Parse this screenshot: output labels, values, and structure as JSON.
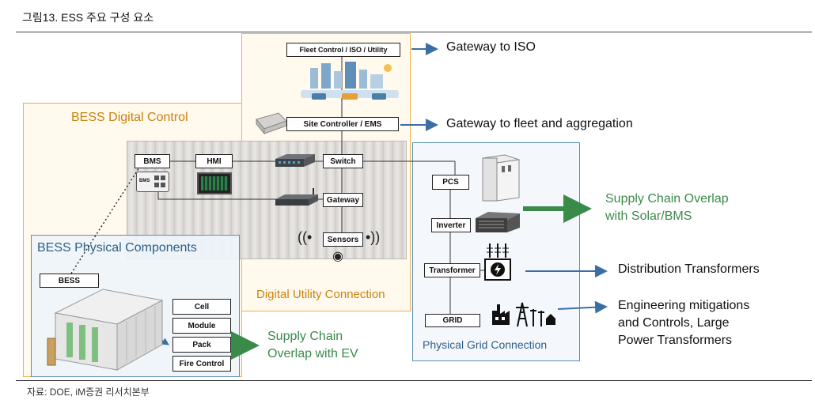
{
  "figure_title": "그림13. ESS 주요 구성 요소",
  "source_note": "자료: DOE, iM증권 리서치본부",
  "regions": {
    "digital_control": "BESS Digital Control",
    "physical_components": "BESS Physical Components",
    "utility_connection": "Digital Utility Connection",
    "grid_connection": "Physical Grid Connection"
  },
  "components": {
    "fleet_control": "Fleet Control / ISO / Utility",
    "site_controller": "Site Controller / EMS",
    "bms": "BMS",
    "bms_module": "BMS",
    "hmi": "HMI",
    "switch": "Switch",
    "gateway": "Gateway",
    "sensors": "Sensors",
    "bess": "BESS",
    "cell": "Cell",
    "module": "Module",
    "pack": "Pack",
    "fire_control": "Fire Control",
    "pcs": "PCS",
    "inverter": "Inverter",
    "transformer": "Transformer",
    "grid": "GRID"
  },
  "callouts": {
    "gateway_iso": "Gateway to ISO",
    "gateway_fleet": "Gateway to fleet and aggregation",
    "solar_line1": "Supply Chain Overlap",
    "solar_line2": "with Solar/BMS",
    "distribution": "Distribution Transformers",
    "engineering_line1": "Engineering mitigations",
    "engineering_line2": "and Controls, Large",
    "engineering_line3": "Power Transformers",
    "ev_line1": "Supply Chain",
    "ev_line2": "Overlap with EV"
  },
  "colors": {
    "orange_frame": "#f0b04a",
    "orange_title": "#c9820e",
    "blue_frame": "#5a8fb0",
    "blue_arrow": "#3b6ea5",
    "green_arrow": "#3a8a4a"
  }
}
